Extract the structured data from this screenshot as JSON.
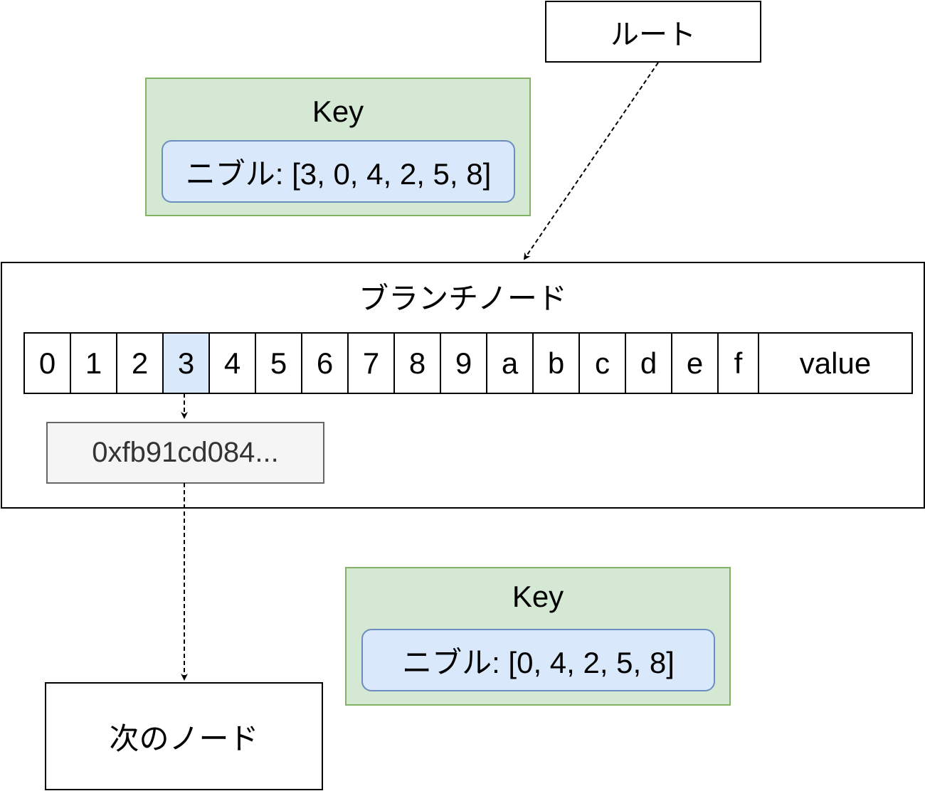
{
  "root": {
    "label": "ルート"
  },
  "key_top": {
    "title": "Key",
    "nibbles": "ニブル: [3, 0, 4, 2, 5, 8]"
  },
  "branch": {
    "title": "ブランチノード",
    "slots": [
      "0",
      "1",
      "2",
      "3",
      "4",
      "5",
      "6",
      "7",
      "8",
      "9",
      "a",
      "b",
      "c",
      "d",
      "e",
      "f",
      "value"
    ],
    "highlighted_slot": "3",
    "hash": "0xfb91cd084..."
  },
  "key_bottom": {
    "title": "Key",
    "nibbles": "ニブル: [0, 4, 2, 5, 8]"
  },
  "next_node": {
    "label": "次のノード"
  },
  "colors": {
    "key_fill": "#d5e8d4",
    "key_border": "#82b366",
    "nibble_fill": "#dae8fc",
    "nibble_border": "#6c8ebf",
    "hash_fill": "#f5f5f5",
    "hash_border": "#666666"
  }
}
